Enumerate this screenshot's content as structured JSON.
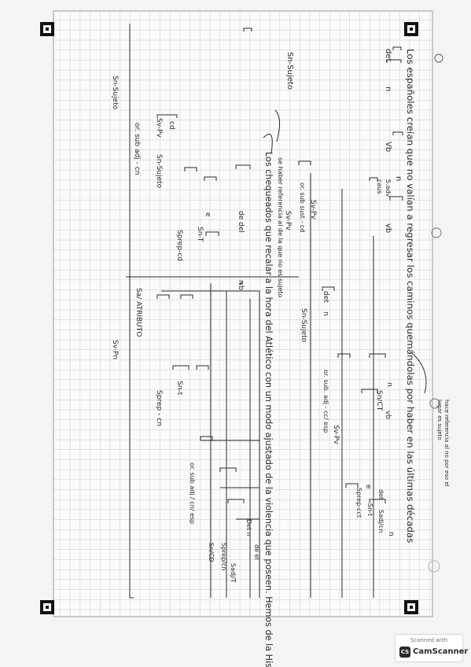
{
  "document": {
    "main_sentence": "Los españoles creían que no valían a regresar los caminos quemándolas por haber en las últimas décadas",
    "note_right": "hace referencia al no por eso el",
    "note_right_2": "lugar es sujeto",
    "relative_clause": "Los chequeados que recalar a la hora del Atlético con un modo ajustado de la violencia que poseen. Hemos de la Historia",
    "inner_note": "se haber referencia al de la que no es sujeto"
  },
  "tree_labels": [
    {
      "id": "det",
      "text": "det"
    },
    {
      "id": "n1",
      "text": "n"
    },
    {
      "id": "vb1",
      "text": "Vb"
    },
    {
      "id": "n2",
      "text": "n"
    },
    {
      "id": "vb2",
      "text": "vb"
    },
    {
      "id": "sn-sujeto-1",
      "text": "Sn-Sujeto"
    },
    {
      "id": "sadv",
      "text": "S.adv"
    },
    {
      "id": "caus",
      "text": "caus"
    },
    {
      "id": "or-sub",
      "text": "or. sub sust - cd"
    },
    {
      "id": "sv-pv",
      "text": "Sv-Pv"
    },
    {
      "id": "sv-pv-2",
      "text": "Sv-Pv"
    },
    {
      "id": "sn-sujeto-2",
      "text": "Sn-Sujeto"
    },
    {
      "id": "det2",
      "text": "det"
    },
    {
      "id": "n3",
      "text": "n"
    },
    {
      "id": "or-sub-adj",
      "text": "or. sub. adj - cc/ esp"
    },
    {
      "id": "n4",
      "text": "n"
    },
    {
      "id": "vb3",
      "text": "vb"
    },
    {
      "id": "sn-ct",
      "text": "Sn/CT"
    },
    {
      "id": "sv-pv-3",
      "text": "Sv-Pv"
    },
    {
      "id": "e",
      "text": "e"
    },
    {
      "id": "det3",
      "text": "det"
    },
    {
      "id": "sadj",
      "text": "Sadj/cn"
    },
    {
      "id": "n5",
      "text": "n"
    },
    {
      "id": "sn-t",
      "text": "Sn-t"
    },
    {
      "id": "sprep-cct",
      "text": "Sprep-cct"
    },
    {
      "id": "de-del",
      "text": "de del"
    },
    {
      "id": "e2",
      "text": "e"
    },
    {
      "id": "sn-t-2",
      "text": "Sn-T"
    },
    {
      "id": "n6",
      "text": "n"
    },
    {
      "id": "vb4",
      "text": "vb"
    },
    {
      "id": "cd",
      "text": "cd"
    },
    {
      "id": "sn-sujeto-3",
      "text": "Sn-Sujeto"
    },
    {
      "id": "sprep-cd",
      "text": "Sprep-cd"
    },
    {
      "id": "sv-pv-4",
      "text": "Sv-Pv"
    },
    {
      "id": "or-sub-adj-cn",
      "text": "or. sub adj - cn"
    },
    {
      "id": "sn-sujeto-4",
      "text": "Sn-Sujeto"
    },
    {
      "id": "atributo",
      "text": "Sa/ ATRIBUTO"
    },
    {
      "id": "sv-pn",
      "text": "Sv-Pn"
    },
    {
      "id": "sprep-cn",
      "text": "Sprep - cn"
    },
    {
      "id": "sn-t-3",
      "text": "Sn-t"
    },
    {
      "id": "or-sub-adj-cn-esp",
      "text": "or. sub adj / cn/ esp"
    },
    {
      "id": "sn-cd",
      "text": "Sn/CD"
    },
    {
      "id": "sprep-cn-2",
      "text": "Sprep/cn"
    },
    {
      "id": "sadj-t",
      "text": "Sadj/T"
    },
    {
      "id": "det-n",
      "text": "Det n"
    },
    {
      "id": "de-el",
      "text": "de el"
    }
  ],
  "camscanner": {
    "top": "Scanned with",
    "logo": "CS",
    "name": "CamScanner"
  }
}
